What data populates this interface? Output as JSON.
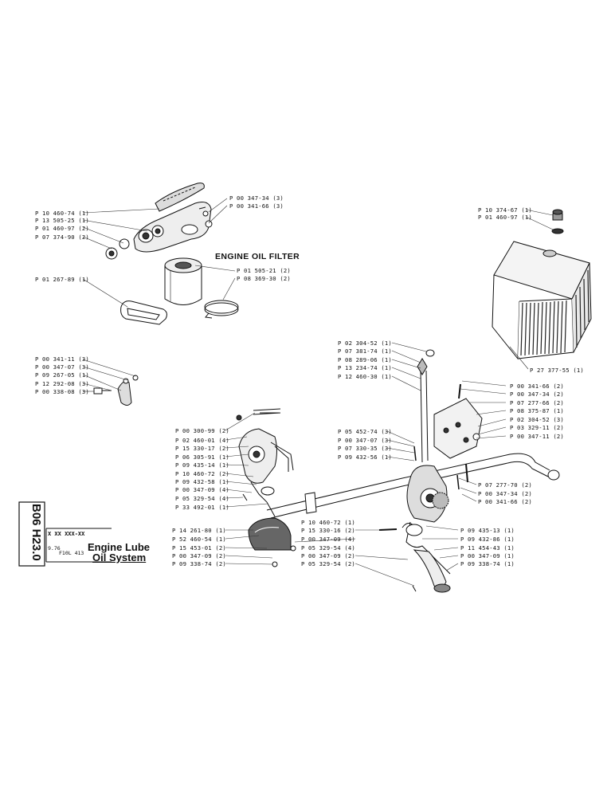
{
  "heading_filter": "ENGINE OIL FILTER",
  "labels": {
    "f1": "P 10 460-74 (1)",
    "f2": "P 13 505-25 (1)",
    "f3": "P 01 460-97 (2)",
    "f4": "P 07 374-90 (2)",
    "f5": "P 00 347-34 (3)",
    "f6": "P 00 341-66 (3)",
    "f7": "P 01 505-21 (2)",
    "f8": "P 08 369-30 (2)",
    "f9": "P 01 267-89 (1)",
    "r1": "P 10 374-67 (1)",
    "r2": "P 01 460-97 (1)",
    "r3": "P 27 377-55 (1)",
    "b1": "P 00 341-11 (3)",
    "b2": "P 00 347-07 (3)",
    "b3": "P 09 267-05 (1)",
    "b4": "P 12 292-08 (3)",
    "b5": "P 00 338-08 (3)",
    "c1": "P 02 304-52 (1)",
    "c2": "P 07 381-74 (1)",
    "c3": "P 08 289-06 (1)",
    "c4": "P 13 234-74 (1)",
    "c5": "P 12 460-30 (1)",
    "d1": "P 00 341-66 (2)",
    "d2": "P 00 347-34 (2)",
    "d3": "P 07 277-66 (2)",
    "d4": "P 08 375-87 (1)",
    "d5": "P 02 304-52 (3)",
    "d6": "P 03 329-11 (2)",
    "d7": "P 00 347-11 (2)",
    "e1": "P 05 452-74 (3)",
    "e2": "P 00 347-07 (3)",
    "e3": "P 07 330-35 (3)",
    "e4": "P 09 432-56 (1)",
    "g1": "P 00 300-99 (2)",
    "g2": "P 02 460-01 (4)",
    "g3": "P 15 330-17 (2)",
    "g4": "P 06 305-91 (1)",
    "g5": "P 09 435-14 (1)",
    "g6": "P 10 460-72 (2)",
    "g7": "P 09 432-58 (1)",
    "g8": "P 00 347-09 (4)",
    "g9": "P 05 329-54 (4)",
    "g10": "P 33 492-01 (1)",
    "h1": "P 07 277-70 (2)",
    "h2": "P 00 347-34 (2)",
    "h3": "P 00 341-66 (2)",
    "i1": "P 14 261-80 (1)",
    "i2": "P 52 460-54 (1)",
    "i3": "P 15 453-01 (2)",
    "i4": "P 00 347-09 (2)",
    "i5": "P 09 338-74 (2)",
    "j1": "P 10 460-72 (1)",
    "j2": "P 15 330-16 (2)",
    "j3": "P 00 347-09 (4)",
    "j4": "P 05 329-54 (4)",
    "k1": "P 09 435-13 (1)",
    "k2": "P 09 432-86 (1)",
    "k3": "P 11 454-43 (1)",
    "k4": "P 00 347-09 (1)",
    "k5": "P 09 338-74 (1)",
    "m1": "P 10 460-72 (1)",
    "m2": "P 15 330-16 (2)",
    "m3": "P 00 347-09 (4)",
    "m4": "P 05 329-54 (4)",
    "m5": "P 00 347-09 (2)",
    "m6": "P 05 329-54 (2)"
  },
  "title_block": {
    "code": "B06 H23.0",
    "number": "X XX XXX-XX",
    "date": "9.76",
    "ref": "F10L 413",
    "title_line1": "Engine Lube",
    "title_line2": "Oil System"
  }
}
